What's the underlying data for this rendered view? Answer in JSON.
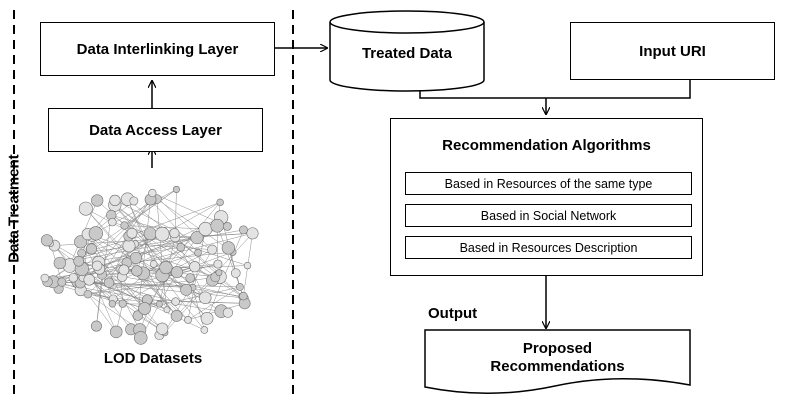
{
  "left_panel": {
    "vertical_label": "Data Treatment",
    "interlinking_layer": "Data Interlinking Layer",
    "access_layer": "Data Access Layer",
    "lod_datasets": "LOD Datasets"
  },
  "storage": {
    "treated_data": "Treated Data"
  },
  "input": {
    "uri": "Input URI"
  },
  "algorithms": {
    "title": "Recommendation Algorithms",
    "items": [
      "Based in Resources of the same type",
      "Based in Social Network",
      "Based in Resources Description"
    ]
  },
  "output": {
    "label": "Output",
    "line1": "Proposed",
    "line2": "Recommendations"
  }
}
